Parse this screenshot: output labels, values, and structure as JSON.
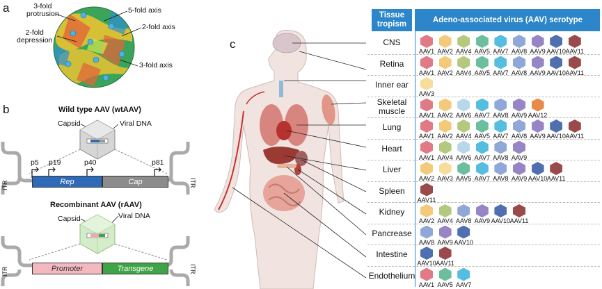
{
  "panels": {
    "a": "a",
    "b": "b",
    "c": "c"
  },
  "capsid_labels": {
    "threefold_protrusion": "3-fold\nprotrusion",
    "fivefold_axis": "5-fold axis",
    "twofold_depression": "2-fold\ndepression",
    "twofold_axis": "2-fold axis",
    "threefold_axis": "3-fold axis"
  },
  "wt": {
    "title": "Wild type AAV (wtAAV)",
    "capsid": "Capsid",
    "viral_dna": "Viral DNA",
    "promoters": [
      "p5",
      "p19",
      "p40",
      "p81"
    ],
    "rep": "Rep",
    "cap": "Cap",
    "itr": "ITR"
  },
  "r": {
    "title": "Recombinant AAV (rAAV)",
    "capsid": "Capsid",
    "viral_dna": "Viral DNA",
    "promoter": "Promoter",
    "transgene": "Transgene",
    "itr": "ITR"
  },
  "table": {
    "header_tissue": "Tissue tropism",
    "header_serotype": "Adeno-associated virus (AAV) serotype",
    "colors": {
      "AAV1": "#e07a86",
      "AAV2": "#f3c97a",
      "AAV3": "#f7dd9c",
      "AAV4": "#b4c97e",
      "AAV5": "#6cbf9e",
      "AAV6": "#b9d7ea",
      "AAV7": "#55bde0",
      "AAV8": "#8fa8d8",
      "AAV9": "#9885c6",
      "AAV10": "#4f6fb0",
      "AAV11": "#9a4a4a",
      "AAV12": "#e88a4a"
    },
    "rows": [
      {
        "tissue": "CNS",
        "serotypes": [
          "AAV1",
          "AAV2",
          "AAV4",
          "AAV5",
          "AAV7",
          "AAV8",
          "AAV9",
          "AAV10",
          "AAV11"
        ]
      },
      {
        "tissue": "Retina",
        "serotypes": [
          "AAV1",
          "AAV2",
          "AAV4",
          "AAV5",
          "AAV7",
          "AAV8",
          "AAV9",
          "AAV10",
          "AAV11"
        ]
      },
      {
        "tissue": "Inner ear",
        "serotypes": [
          "AAV3"
        ]
      },
      {
        "tissue": "Skeletal muscle",
        "serotypes": [
          "AAV1",
          "AAV2",
          "AAV6",
          "AAV7",
          "AAV8",
          "AAV9",
          "AAV12"
        ]
      },
      {
        "tissue": "Lung",
        "serotypes": [
          "AAV1",
          "AAV2",
          "AAV4",
          "AAV5",
          "AAV7",
          "AAV8",
          "AAV9",
          "AAV10",
          "AAV11"
        ]
      },
      {
        "tissue": "Heart",
        "serotypes": [
          "AAV1",
          "AAV4",
          "AAV6",
          "AAV7",
          "AAV8",
          "AAV9"
        ]
      },
      {
        "tissue": "Liver",
        "serotypes": [
          "AAV2",
          "AAV3",
          "AAV5",
          "AAV7",
          "AAV8",
          "AAV9",
          "AAV10",
          "AAV11"
        ]
      },
      {
        "tissue": "Spleen",
        "serotypes": [
          "AAV11"
        ]
      },
      {
        "tissue": "Kidney",
        "serotypes": [
          "AAV2",
          "AAV4",
          "AAV8",
          "AAV9",
          "AAV10",
          "AAV11"
        ]
      },
      {
        "tissue": "Pancrease",
        "serotypes": [
          "AAV8",
          "AAV9",
          "AAV10"
        ]
      },
      {
        "tissue": "Intestine",
        "serotypes": [
          "AAV10",
          "AAV11"
        ]
      },
      {
        "tissue": "Endothelium",
        "serotypes": [
          "AAV1",
          "AAV5",
          "AAV7"
        ]
      }
    ]
  }
}
